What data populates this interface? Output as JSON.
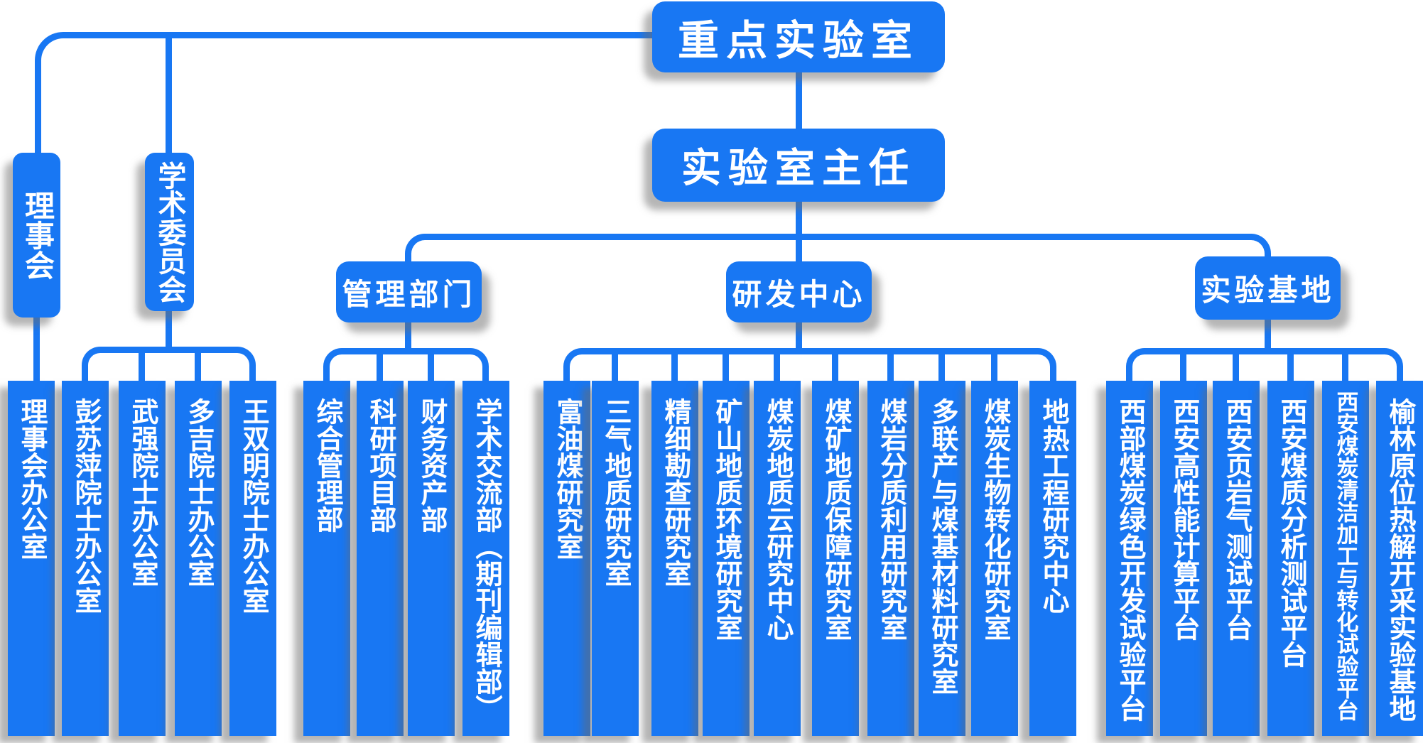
{
  "colors": {
    "node_blue": "#1877f3",
    "text_white": "#ffffff"
  },
  "root": {
    "label": "重点实验室"
  },
  "director": {
    "label": "实验室主任"
  },
  "council": {
    "label": "理事会"
  },
  "academic_committee": {
    "label": "学术委员会"
  },
  "level2": {
    "management": {
      "label": "管理部门"
    },
    "rnd": {
      "label": "研发中心"
    },
    "base": {
      "label": "实验基地"
    }
  },
  "columns": [
    {
      "label": "理事会办公室",
      "parent": "理事会"
    },
    {
      "label": "彭苏萍院士办公室",
      "parent": "学术委员会"
    },
    {
      "label": "武强院士办公室",
      "parent": "学术委员会"
    },
    {
      "label": "多吉院士办公室",
      "parent": "学术委员会"
    },
    {
      "label": "王双明院士办公室",
      "parent": "学术委员会"
    },
    {
      "label": "综合管理部",
      "parent": "管理部门"
    },
    {
      "label": "科研项目部",
      "parent": "管理部门"
    },
    {
      "label": "财务资产部",
      "parent": "管理部门"
    },
    {
      "label": "学术交流部（期刊编辑部）",
      "parent": "管理部门"
    },
    {
      "label": "富油煤研究室",
      "parent": "研发中心"
    },
    {
      "label": "三气地质研究室",
      "parent": "研发中心"
    },
    {
      "label": "精细勘查研究室",
      "parent": "研发中心"
    },
    {
      "label": "矿山地质环境研究室",
      "parent": "研发中心"
    },
    {
      "label": "煤炭地质云研究中心",
      "parent": "研发中心"
    },
    {
      "label": "煤矿地质保障研究室",
      "parent": "研发中心"
    },
    {
      "label": "煤岩分质利用研究室",
      "parent": "研发中心"
    },
    {
      "label": "多联产与煤基材料研究室",
      "parent": "研发中心"
    },
    {
      "label": "煤炭生物转化研究室",
      "parent": "研发中心"
    },
    {
      "label": "地热工程研究中心",
      "parent": "研发中心"
    },
    {
      "label": "西部煤炭绿色开发试验平台",
      "parent": "实验基地"
    },
    {
      "label": "西安高性能计算平台",
      "parent": "实验基地"
    },
    {
      "label": "西安页岩气测试平台",
      "parent": "实验基地"
    },
    {
      "label": "西安煤质分析测试平台",
      "parent": "实验基地"
    },
    {
      "label": "西安煤炭清洁加工与转化试验平台",
      "parent": "实验基地"
    },
    {
      "label": "榆林原位热解开采实验基地",
      "parent": "实验基地"
    }
  ]
}
